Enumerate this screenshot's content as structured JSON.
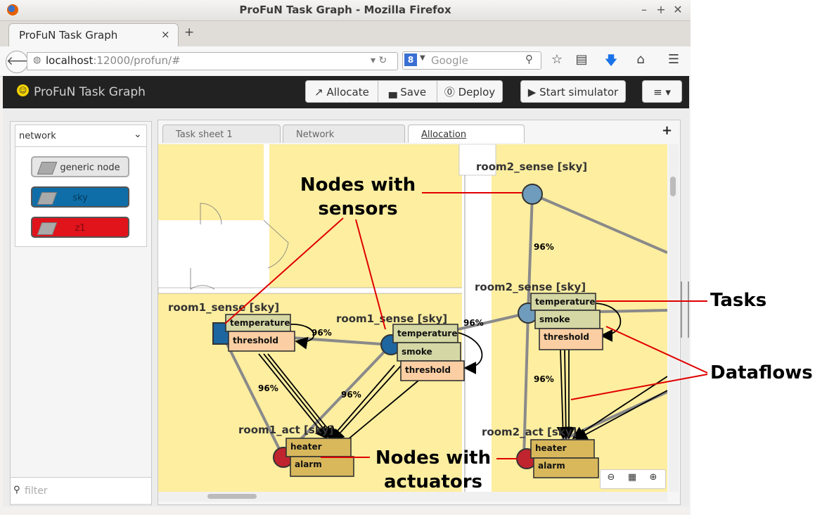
{
  "window": {
    "title": "ProFuN Task Graph - Mozilla Firefox",
    "controls": [
      "–",
      "+",
      "✕"
    ]
  },
  "browser": {
    "tab_label": "ProFuN Task Graph",
    "tab_close": "×",
    "new_tab": "+",
    "url_host": "localhost",
    "url_rest": ":12000/profun/#",
    "search_placeholder": "Google",
    "search_engine_letter": "8"
  },
  "app": {
    "title": "ProFuN Task Graph",
    "buttons": {
      "allocate": "Allocate",
      "save": "Save",
      "deploy": "Deploy",
      "simulator": "Start simulator",
      "menu": "≡ ▾"
    }
  },
  "palette": {
    "selected": "network",
    "nodes": [
      "generic node",
      "sky",
      "z1"
    ],
    "filter_placeholder": "filter"
  },
  "workspace": {
    "tabs": [
      "Task sheet 1",
      "Network",
      "Allocation"
    ],
    "add_tab": "+"
  },
  "graph": {
    "node_labels": [
      "room2_sense [sky]",
      "room2_sense [sky]",
      "room1_sense [sky]",
      "room1_sense [sky]",
      "room1_act [sky]",
      "room2_act [sky]"
    ],
    "link_labels": [
      "96%",
      "96%",
      "96%",
      "96%",
      "96%",
      "96%"
    ],
    "tasks": {
      "temperature": "temperature",
      "threshold": "threshold",
      "smoke": "smoke",
      "heater": "heater",
      "alarm": "alarm"
    },
    "colors": {
      "sky_node": "#6f9cbc",
      "room1_node": "#1d66a0",
      "act_node": "#c0242e",
      "sensor_task": "#d5d7a4",
      "threshold_task": "#fbcfa3",
      "actuator_task": "#d9b85c"
    }
  },
  "annotations": {
    "sensors": [
      "Nodes with",
      "sensors"
    ],
    "tasks": "Tasks",
    "dataflows": "Dataflows",
    "actuators": [
      "Nodes with",
      "actuators"
    ]
  }
}
